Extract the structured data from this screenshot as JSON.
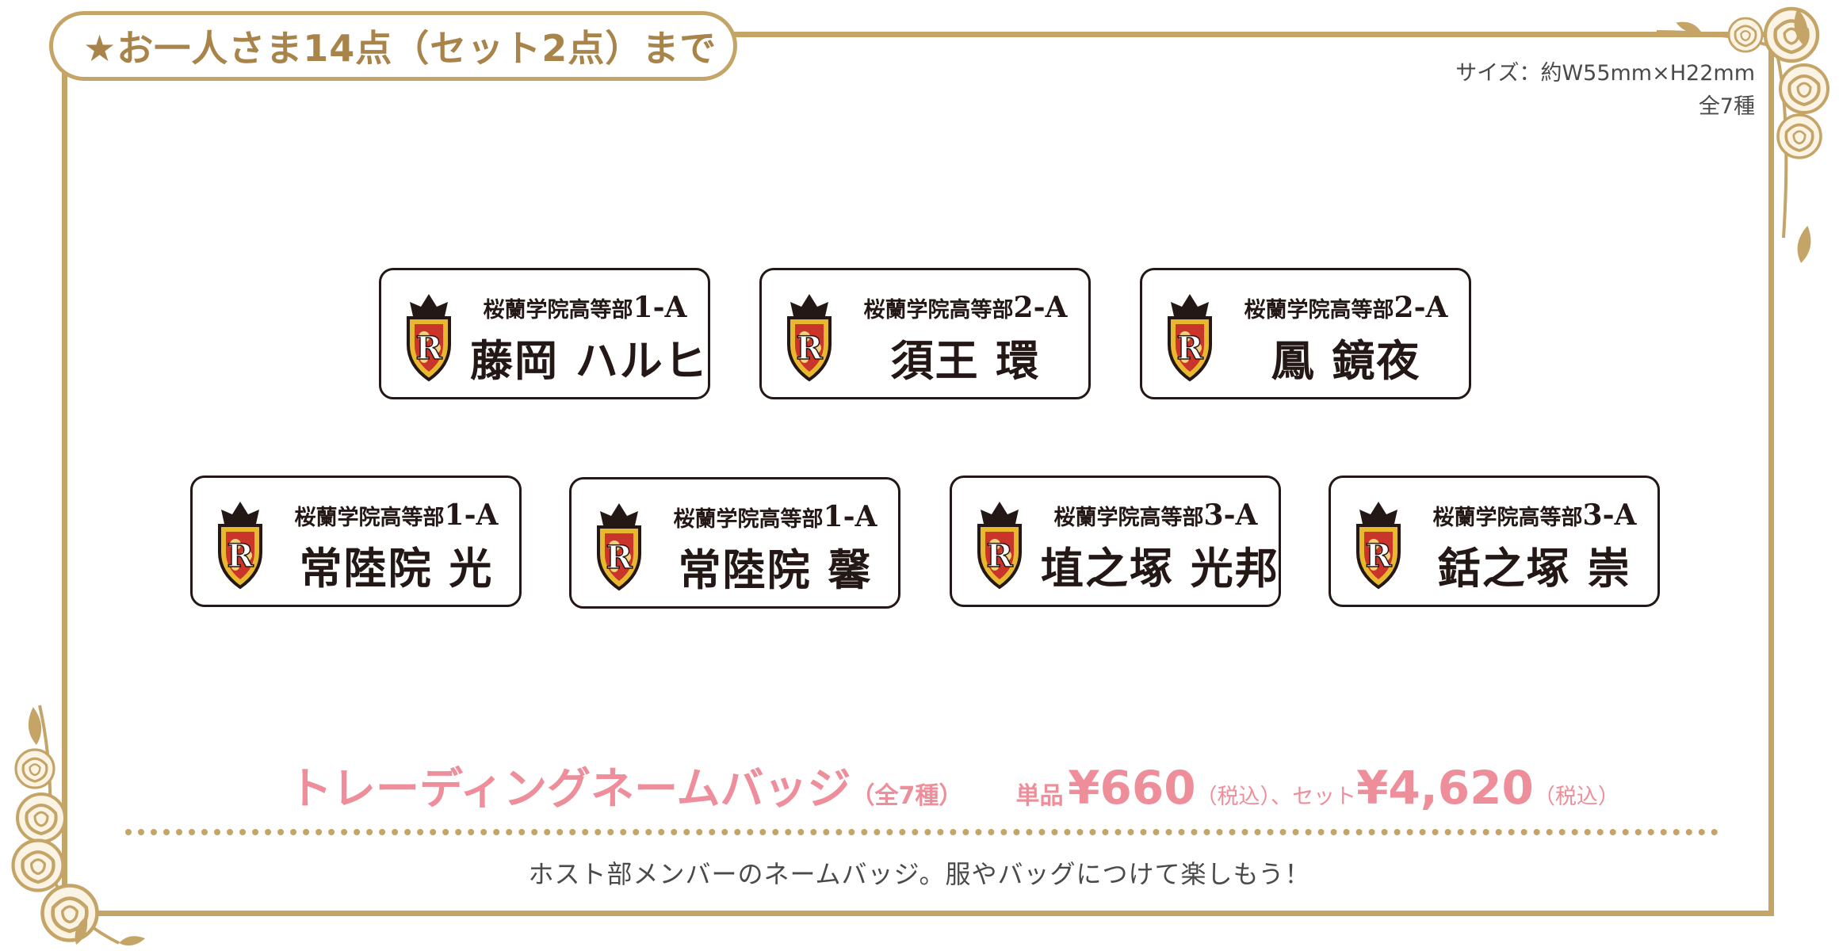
{
  "header": {
    "limit_text": "★お一人さま14点（セット2点）まで",
    "size_text": "サイズ：約W55mm×H22mm",
    "variety_text": "全7種"
  },
  "badges": [
    {
      "class_prefix": "桜蘭学院高等部",
      "grade": "1-A",
      "name": "藤岡 ハルヒ"
    },
    {
      "class_prefix": "桜蘭学院高等部",
      "grade": "2-A",
      "name": "須王 環"
    },
    {
      "class_prefix": "桜蘭学院高等部",
      "grade": "2-A",
      "name": "鳳 鏡夜"
    },
    {
      "class_prefix": "桜蘭学院高等部",
      "grade": "1-A",
      "name": "常陸院 光"
    },
    {
      "class_prefix": "桜蘭学院高等部",
      "grade": "1-A",
      "name": "常陸院 馨"
    },
    {
      "class_prefix": "桜蘭学院高等部",
      "grade": "3-A",
      "name": "埴之塚 光邦"
    },
    {
      "class_prefix": "桜蘭学院高等部",
      "grade": "3-A",
      "name": "銛之塚 崇"
    }
  ],
  "product": {
    "title": "トレーディングネームバッジ",
    "variety": "（全7種）",
    "single_label": "単品",
    "single_price": "¥660",
    "tax_note_1": "（税込）、",
    "set_label": "セット",
    "set_price": "¥4,620",
    "tax_note_2": "（税込）"
  },
  "description": "ホスト部メンバーのネームバッジ。服やバッグにつけて楽しもう！",
  "colors": {
    "gold": "#c5a467",
    "pink": "#ee8e9b",
    "text": "#231815"
  },
  "icons": [
    "school-crest-icon",
    "rose-icon",
    "leaf-icon"
  ]
}
